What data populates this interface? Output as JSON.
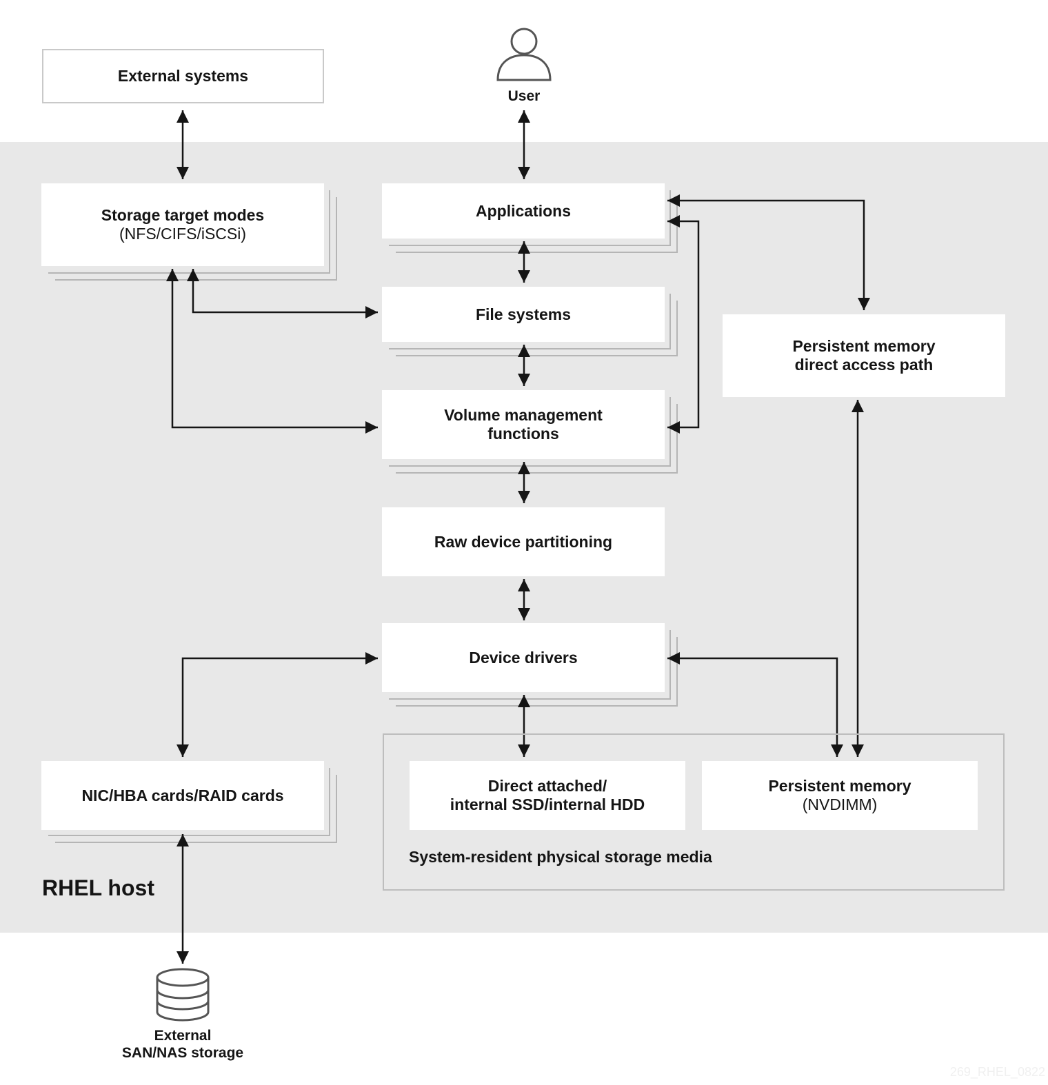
{
  "diagram": {
    "host_label": "RHEL host",
    "external_systems": "External systems",
    "user": "User",
    "storage_target": {
      "title": "Storage target modes",
      "subtitle": "(NFS/CIFS/iSCSi)"
    },
    "applications": "Applications",
    "file_systems": "File systems",
    "volume_management": {
      "line1": "Volume management",
      "line2": "functions"
    },
    "raw_partitioning": "Raw device partitioning",
    "device_drivers": "Device drivers",
    "pmem_direct": {
      "line1": "Persistent memory",
      "line2": "direct access path"
    },
    "nic_cards": "NIC/HBA cards/RAID cards",
    "direct_attached": {
      "line1": "Direct attached/",
      "line2": "internal SSD/internal HDD"
    },
    "persistent_memory": {
      "title": "Persistent memory",
      "subtitle": "(NVDIMM)"
    },
    "media_group_label": "System-resident physical storage media",
    "external_storage": {
      "line1": "External",
      "line2": "SAN/NAS storage"
    },
    "watermark": "269_RHEL_0822"
  },
  "colors": {
    "host_background": "#e8e8e8",
    "box": "#ffffff",
    "line": "#151515",
    "shadow": "#b0b0b0"
  }
}
